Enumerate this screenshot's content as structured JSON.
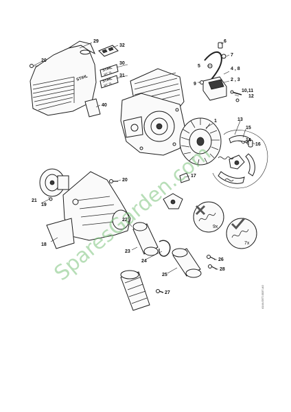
{
  "callouts": {
    "c1": "1",
    "c2_3": "2 , 3",
    "c4_8": "4 , 8",
    "c5": "5",
    "c6": "6",
    "c7": "7",
    "c9": "9",
    "c10_11": "10,11",
    "c12": "12",
    "c13": "13",
    "c14": "14",
    "c15": "15",
    "c16": "16",
    "c17": "17",
    "c18": "18",
    "c19": "19",
    "c20a": "20",
    "c20b": "20",
    "c21": "21",
    "c22": "22",
    "c23": "23",
    "c24": "24",
    "c25": "25",
    "c26": "26",
    "c27": "27",
    "c28": "28",
    "c29": "29",
    "c30": "30",
    "c31": "31",
    "c32": "32",
    "c40": "40"
  },
  "quantities": {
    "wrong": "9x",
    "right": "7x"
  },
  "labels": {
    "brand_cover": "STIHL",
    "decal30": "STIHL",
    "decal30_model": "MT 75",
    "decal31": "STIHL",
    "decal31_model": "MT 75",
    "watermark": "SparesGarden.com",
    "drawing_code": "4144-GET-0037-A0"
  },
  "colors": {
    "watermark": "#7cc27c",
    "line": "#1a1a1a"
  }
}
